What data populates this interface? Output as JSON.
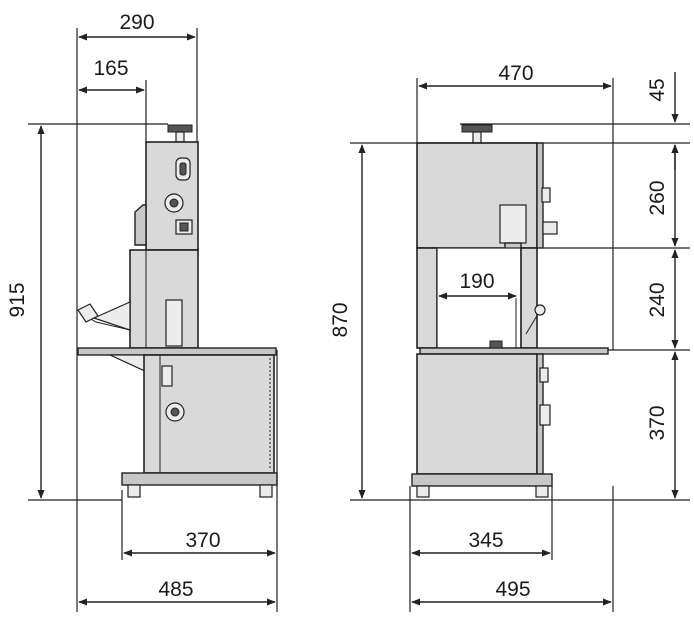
{
  "dimensions": {
    "side": {
      "top_width": "290",
      "inner_width": "165",
      "height": "915",
      "base_width": "370",
      "overall_width": "485"
    },
    "front": {
      "top_width": "470",
      "top_offset": "45",
      "height": "870",
      "upper": "260",
      "middle": "240",
      "lower": "370",
      "throat": "190",
      "base_width": "345",
      "overall_width": "495"
    }
  }
}
